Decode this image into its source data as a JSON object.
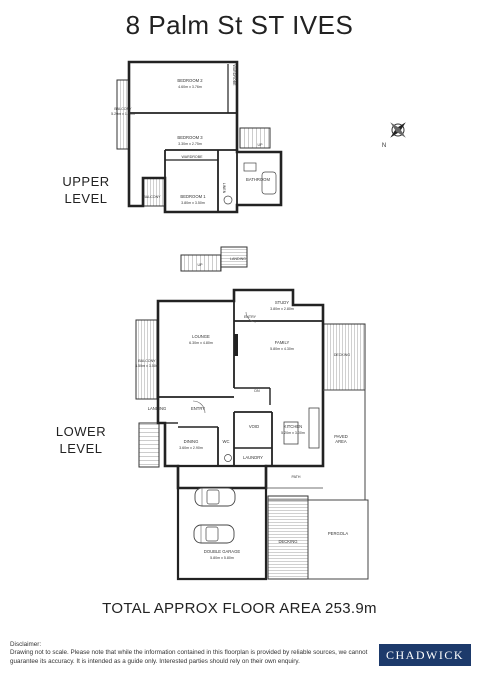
{
  "title": "8 Palm St   ST IVES",
  "levels": {
    "upper": "UPPER\nLEVEL",
    "lower": "LOWER\nLEVEL"
  },
  "total_area": "TOTAL APPROX FLOOR AREA 253.9m",
  "disclaimer": {
    "title": "Disclaimer:",
    "text": "Drawing not to scale. Please note that while the information contained in this floorplan is provided by reliable sources, we cannot guarantee its accuracy. It is intended as a guide only. Interested parties should rely on their own enquiry."
  },
  "logo": "CHADWICK",
  "compass_letter": "N",
  "rooms": {
    "bedroom2": {
      "name": "BEDROOM 2",
      "dims": "4.60m x 3.76m"
    },
    "bedroom3": {
      "name": "BEDROOM 3",
      "dims": "3.30m x 2.75m"
    },
    "bedroom1": {
      "name": "BEDROOM 1",
      "dims": "3.80m x 3.50m"
    },
    "balcony_upper": {
      "name": "BALCONY",
      "dims": "5.20m x 1.70m"
    },
    "wardrobe_h": "WARDROBE",
    "wardrobe_v": "WARDROBE",
    "bathroom": "BATHROOM",
    "balcony_small": "BALCONY",
    "up_upper": "UP",
    "linen_upper": "LINEN",
    "landing_top": "LANDING",
    "up_lower": "UP",
    "study": {
      "name": "STUDY",
      "dims": "3.80m x 2.80m"
    },
    "lounge": {
      "name": "LOUNGE",
      "dims": "6.30m x 4.80m"
    },
    "family": {
      "name": "FAMILY",
      "dims": "5.80m x 4.30m"
    },
    "balcony_lower": {
      "name": "BALCONY",
      "dims": "3.50m x 3.50m"
    },
    "decking_right": "DECKING",
    "entry_top": "ENTRY",
    "landing": "LANDING",
    "entry": "ENTRY",
    "dining": {
      "name": "DINING",
      "dims": "3.60m x 2.90m"
    },
    "wc": "WC",
    "void": "VOID",
    "kitchen": {
      "name": "KITCHEN",
      "dims": "5.20m x 3.00m"
    },
    "laundry": "LAUNDRY",
    "paved": "PAVED\nAREA",
    "path": "PATH",
    "garage": {
      "name": "DOUBLE GARAGE",
      "dims": "5.80m x 5.80m"
    },
    "decking_bottom": "DECKING",
    "pergola": "PERGOLA",
    "dn": "DN"
  }
}
